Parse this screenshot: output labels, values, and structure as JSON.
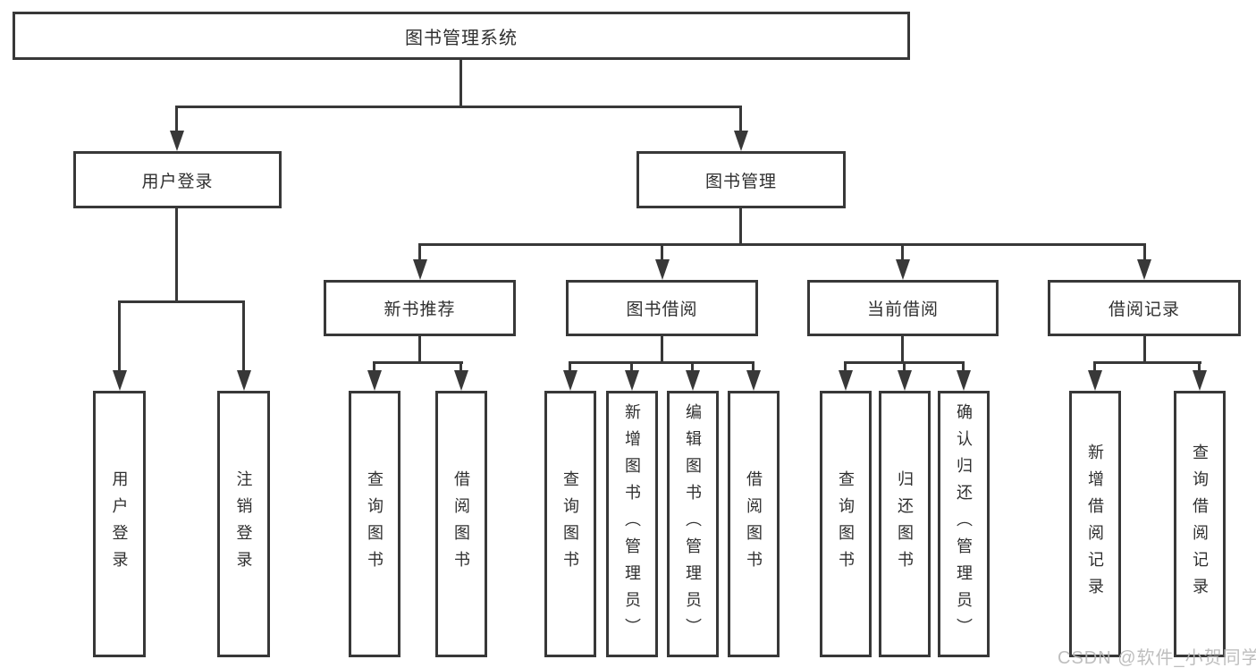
{
  "diagram_title": "图书管理系统",
  "tree": {
    "root": {
      "label": "图书管理系统",
      "children": [
        {
          "label": "用户登录",
          "children": [
            {
              "label": "用户登录"
            },
            {
              "label": "注销登录"
            }
          ]
        },
        {
          "label": "图书管理",
          "children": [
            {
              "label": "新书推荐",
              "children": [
                {
                  "label": "查询图书"
                },
                {
                  "label": "借阅图书"
                }
              ]
            },
            {
              "label": "图书借阅",
              "children": [
                {
                  "label": "查询图书"
                },
                {
                  "label": "新增图书（管理员）"
                },
                {
                  "label": "编辑图书（管理员）"
                },
                {
                  "label": "借阅图书"
                }
              ]
            },
            {
              "label": "当前借阅",
              "children": [
                {
                  "label": "查询图书"
                },
                {
                  "label": "归还图书"
                },
                {
                  "label": "确认归还（管理员）"
                }
              ]
            },
            {
              "label": "借阅记录",
              "children": [
                {
                  "label": "新增借阅记录"
                },
                {
                  "label": "查询借阅记录"
                }
              ]
            }
          ]
        }
      ]
    }
  },
  "watermark": {
    "text": "CSDN @软件_小贺同学"
  },
  "colors": {
    "line": "#383838",
    "text": "#2f2f2f",
    "background": "#ffffff",
    "watermark": "#b8b8b8"
  }
}
